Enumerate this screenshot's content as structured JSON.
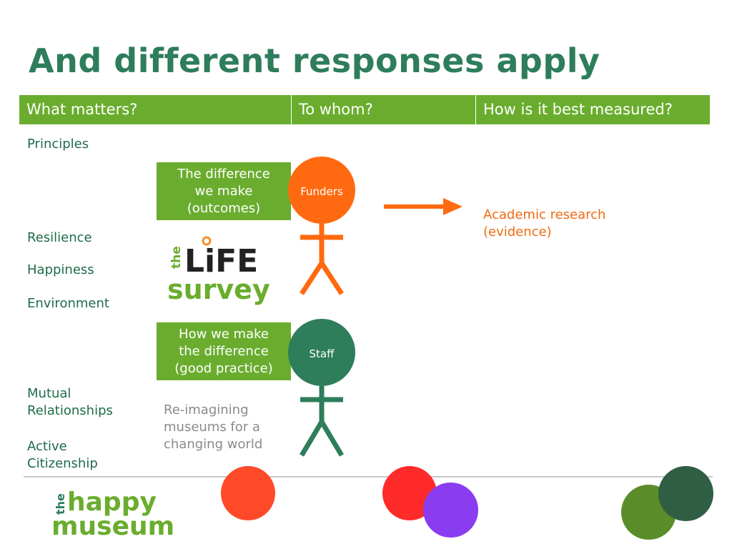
{
  "title": "And different responses apply",
  "header": {
    "col1": "What matters?",
    "col2": "To whom?",
    "col3": "How is it best measured?"
  },
  "rows": {
    "principles": "Principles",
    "resilience": "Resilience",
    "happiness": "Happiness",
    "environment": "Environment",
    "mutual_line1": "Mutual",
    "mutual_line2": "Relationships",
    "active_line1": "Active",
    "active_line2": "Citizenship"
  },
  "boxes": {
    "outcomes_line1": "The difference",
    "outcomes_line2": "we make",
    "outcomes_line3": "(outcomes)",
    "practice_line1": "How we make",
    "practice_line2": "the difference",
    "practice_line3": "(good practice)"
  },
  "people": {
    "funders": "Funders",
    "staff": "Staff"
  },
  "measures": {
    "academic_line1": "Academic research",
    "academic_line2": "(evidence)"
  },
  "tagline": {
    "line1": "Re-imagining",
    "line2": "museums for a",
    "line3": "changing world"
  },
  "logos": {
    "life_survey": {
      "the": "the",
      "life": "LiFE",
      "survey": "survey"
    },
    "happy_museum": {
      "the": "the",
      "happy": "happy",
      "museum": "museum"
    }
  },
  "colors": {
    "title_green": "#2e7d5b",
    "header_green": "#6aad2e",
    "funders_orange": "#ff6a10",
    "staff_green": "#2e7d5b"
  }
}
